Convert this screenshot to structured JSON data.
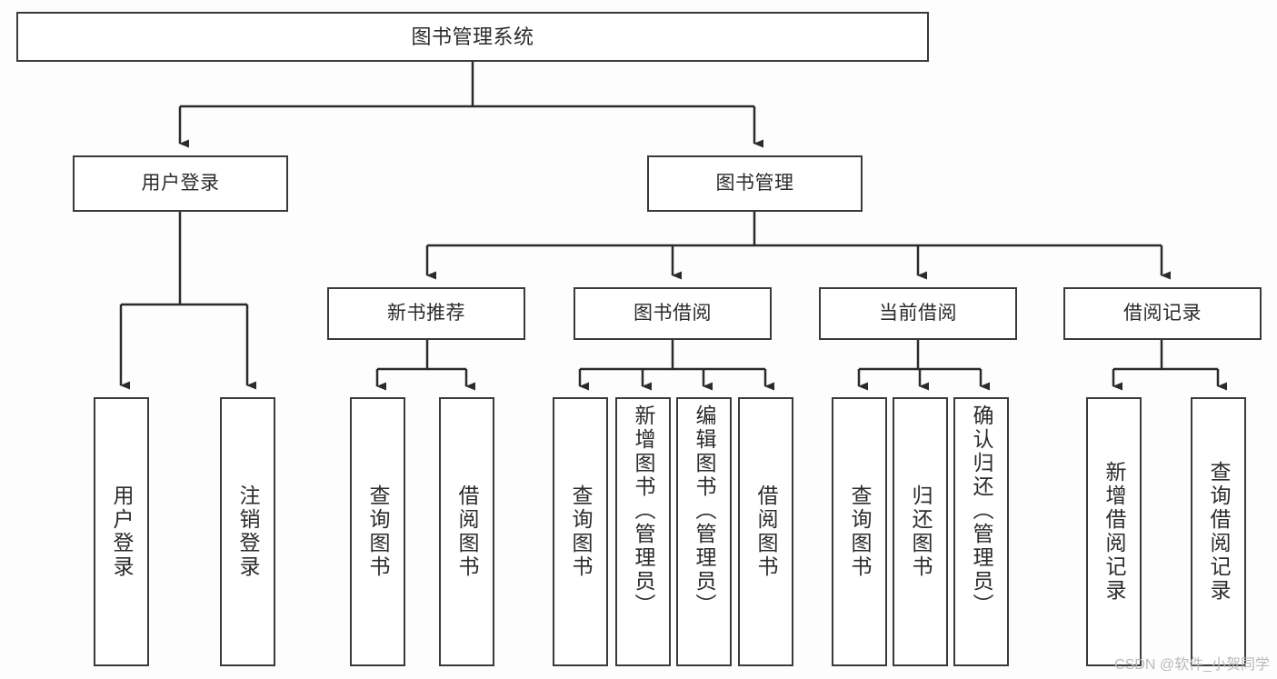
{
  "diagram": {
    "type": "hierarchy-tree",
    "title": "图书管理系统",
    "watermark": "CSDN @软件_小贺同学",
    "colors": {
      "box_border": "#3a3a3a",
      "box_fill": "#ffffff",
      "connector": "#2b2b2b",
      "text": "#2b2b2b",
      "background": "#fdfdfd",
      "watermark": "#b9b9b9"
    },
    "nodes": {
      "root": {
        "label": "图书管理系统"
      },
      "level2": [
        {
          "label": "用户登录"
        },
        {
          "label": "图书管理"
        }
      ],
      "level3": [
        {
          "label": "新书推荐"
        },
        {
          "label": "图书借阅"
        },
        {
          "label": "当前借阅"
        },
        {
          "label": "借阅记录"
        }
      ],
      "leaves": {
        "user_login": [
          {
            "label": "用户登录"
          },
          {
            "label": "注销登录"
          }
        ],
        "new_book_recommend": [
          {
            "label": "查询图书"
          },
          {
            "label": "借阅图书"
          }
        ],
        "book_borrow": [
          {
            "label": "查询图书"
          },
          {
            "label": "新增图书（管理员）"
          },
          {
            "label": "编辑图书（管理员）"
          },
          {
            "label": "借阅图书"
          }
        ],
        "current_borrow": [
          {
            "label": "查询图书"
          },
          {
            "label": "归还图书"
          },
          {
            "label": "确认归还（管理员）"
          }
        ],
        "borrow_records": [
          {
            "label": "新增借阅记录"
          },
          {
            "label": "查询借阅记录"
          }
        ]
      }
    }
  }
}
